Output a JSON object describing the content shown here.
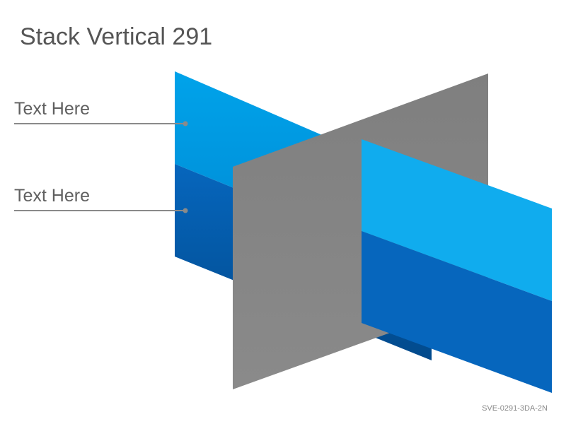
{
  "title": "Stack Vertical 291",
  "callouts": [
    {
      "label": "Text Here"
    },
    {
      "label": "Text Here"
    }
  ],
  "footer": {
    "code": "SVE-0291-3DA-2N"
  },
  "colors": {
    "light_blue": "#00A3EA",
    "dark_blue": "#0666BD",
    "gray_panel": "#848484",
    "leader_line": "#8a8a8a",
    "title_text": "#555555"
  }
}
